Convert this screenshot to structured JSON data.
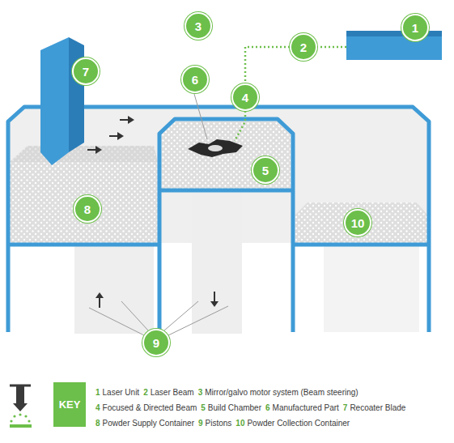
{
  "diagram": {
    "nodes": [
      {
        "text": [
          "3"
        ]
      },
      {
        "text": [
          "1"
        ]
      },
      {
        "text": [
          "2"
        ]
      },
      {
        "text": [
          "7"
        ]
      },
      {
        "text": [
          "6"
        ]
      },
      {
        "text": [
          "4"
        ]
      },
      {
        "text": [
          "5"
        ]
      },
      {
        "text": [
          "8"
        ]
      },
      {
        "text": [
          "10"
        ]
      },
      {
        "text": [
          "9"
        ]
      },
      {
        "text": [
          "KEY"
        ]
      }
    ],
    "labels": [
      "1",
      "Laser Unit",
      "2",
      "Laser Beam",
      "3",
      "Mirror/galvo motor system (Beam steering)",
      "4",
      "Focused & Directed Beam",
      "5",
      "Build Chamber",
      "6",
      "Manufactured Part",
      "7",
      "Recoater Blade",
      "8",
      "Powder Supply Container",
      "9",
      "Pistons",
      "10",
      "Powder Collection Container"
    ]
  }
}
